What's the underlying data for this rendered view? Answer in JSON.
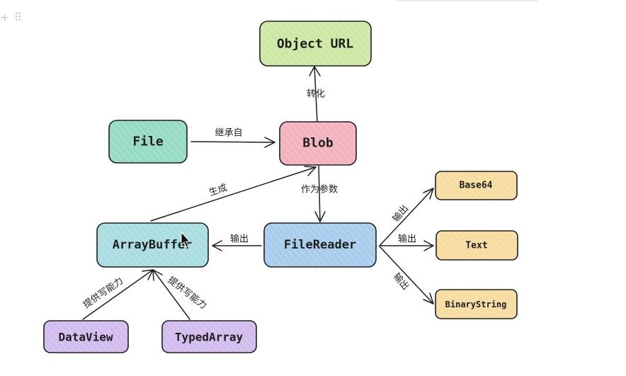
{
  "toolbar": {
    "add_icon": "plus-icon",
    "drag_icon": "drag-handle-icon"
  },
  "nodes": {
    "object_url": {
      "label": "Object URL",
      "color": "#cde8a4"
    },
    "file": {
      "label": "File",
      "color": "#96dcc4"
    },
    "blob": {
      "label": "Blob",
      "color": "#f2b3be"
    },
    "arraybuffer": {
      "label": "ArrayBuffer",
      "color": "#a9dde0"
    },
    "filereader": {
      "label": "FileReader",
      "color": "#a9cdec"
    },
    "base64": {
      "label": "Base64",
      "color": "#f6dca0"
    },
    "text": {
      "label": "Text",
      "color": "#f6dca0"
    },
    "binarystring": {
      "label": "BinaryString",
      "color": "#f6dca0"
    },
    "dataview": {
      "label": "DataView",
      "color": "#d2bdee"
    },
    "typedarray": {
      "label": "TypedArray",
      "color": "#d2bdee"
    }
  },
  "edges": {
    "blob_to_objecturl": "转化",
    "file_to_blob": "继承自",
    "arraybuffer_to_blob": "生成",
    "blob_to_filereader": "作为参数",
    "filereader_to_arraybuffer": "输出",
    "filereader_to_base64": "输出",
    "filereader_to_text": "输出",
    "filereader_to_binarystring": "输出",
    "dataview_to_arraybuffer": "提供写能力",
    "typedarray_to_arraybuffer": "提供写能力"
  }
}
